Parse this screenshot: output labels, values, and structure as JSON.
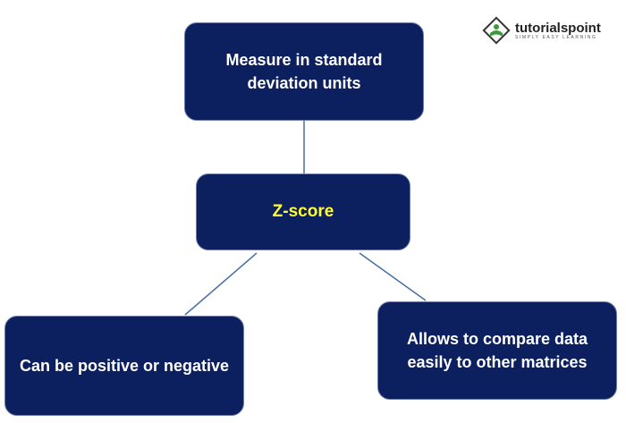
{
  "nodes": {
    "top": "Measure in standard deviation units",
    "center": "Z-score",
    "left": "Can be positive or negative",
    "right": "Allows to compare data easily to other matrices"
  },
  "logo": {
    "name": "tutorialspoint",
    "tagline": "SIMPLY EASY LEARNING"
  },
  "colors": {
    "box": "#0c1f5e",
    "center_text": "#ffff33",
    "text": "#ffffff",
    "connector": "#4a6fa5"
  }
}
